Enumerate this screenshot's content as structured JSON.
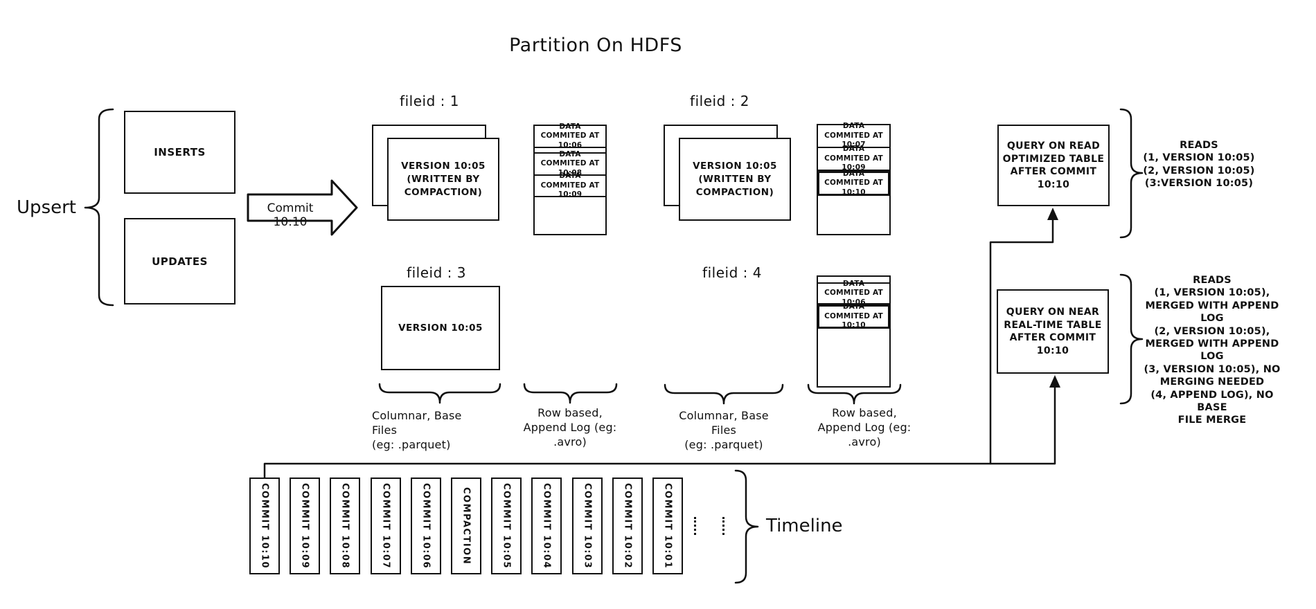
{
  "title": "Partition On HDFS",
  "upsert": {
    "label": "Upsert",
    "inserts": "INSERTS",
    "updates": "UPDATES"
  },
  "commit_arrow": {
    "label": "Commit 10:10"
  },
  "fileid1": {
    "label": "fileid : 1",
    "version_lines": [
      "VERSION 10:05",
      "(WRITTEN BY",
      "COMPACTION)"
    ],
    "log_rows": [
      "DATA COMMITED AT 10:06",
      "DATA COMMITED AT 10:08",
      "DATA COMMITED AT 10:09"
    ]
  },
  "fileid2": {
    "label": "fileid : 2",
    "version_lines": [
      "VERSION 10:05",
      "(WRITTEN BY",
      "COMPACTION)"
    ],
    "log_rows": [
      "DATA COMMITED AT 10:07",
      "DATA COMMITED AT 10:09",
      "DATA COMMITED AT 10:10"
    ]
  },
  "fileid3": {
    "label": "fileid : 3",
    "version": "VERSION 10:05"
  },
  "fileid4": {
    "label": "fileid : 4",
    "log_rows": [
      "DATA COMMITED AT 10:06",
      "DATA COMMITED AT 10:10"
    ]
  },
  "captions": {
    "columnar_a": [
      "Columnar, Base Files",
      "(eg: .parquet)"
    ],
    "rowbased_a": [
      "Row based,",
      "Append Log  (eg:",
      ".avro)"
    ],
    "columnar_b": [
      "Columnar, Base Files",
      "(eg: .parquet)"
    ],
    "rowbased_b": [
      "Row based,",
      "Append Log  (eg:",
      ".avro)"
    ]
  },
  "query_read_optimized": {
    "lines": [
      "QUERY ON READ",
      "OPTIMIZED TABLE",
      "AFTER COMMIT",
      "10:10"
    ],
    "reads": [
      "READS",
      "(1, VERSION 10:05)",
      "(2, VERSION 10:05)",
      "(3:VERSION 10:05)"
    ]
  },
  "query_near_realtime": {
    "lines": [
      "QUERY ON NEAR",
      "REAL-TIME TABLE",
      "AFTER COMMIT",
      "10:10"
    ],
    "reads": [
      "READS",
      "(1, VERSION 10:05),",
      "MERGED WITH APPEND LOG",
      "(2, VERSION 10:05),",
      "MERGED WITH APPEND LOG",
      "(3, VERSION 10:05), NO",
      "MERGING NEEDED",
      "(4, APPEND LOG), NO BASE",
      "FILE MERGE"
    ]
  },
  "timeline": {
    "label": "Timeline",
    "items": [
      "COMMIT 10:10",
      "COMMIT 10:09",
      "COMMIT 10:08",
      "COMMIT 10:07",
      "COMMIT 10:06",
      "COMPACTION",
      "COMMIT 10:05",
      "COMMIT 10:04",
      "COMMIT 10:03",
      "COMMIT 10:02",
      "COMMIT 10:01"
    ]
  },
  "colors": {
    "ink": "#111111",
    "background": "#ffffff"
  }
}
